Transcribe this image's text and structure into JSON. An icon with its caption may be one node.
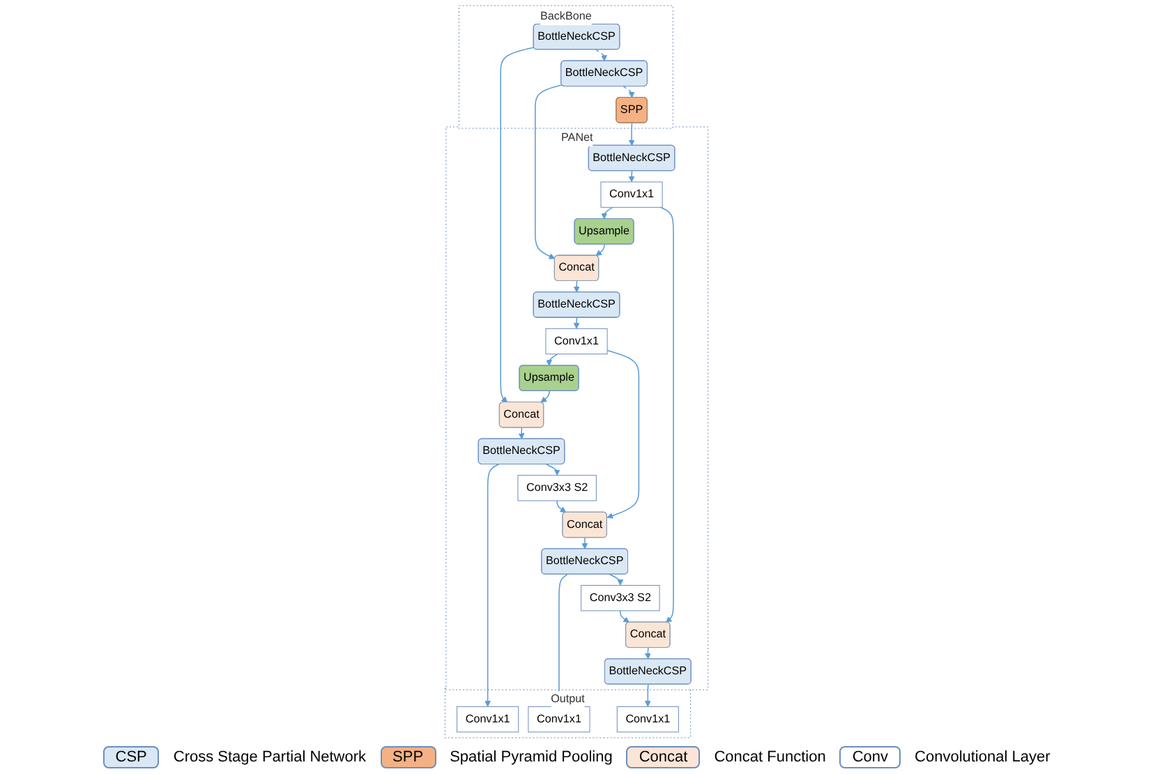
{
  "diagram": {
    "nodes": [
      {
        "text": [
          "BackBone"
        ]
      },
      {
        "text": [
          "BottleNeckCSP"
        ],
        "in": 0
      },
      {
        "text": [
          "BottleNeckCSP"
        ],
        "in": 0
      },
      {
        "text": [
          "SPP"
        ],
        "in": 0
      },
      {
        "text": [
          "PANet"
        ]
      },
      {
        "text": [
          "Concat"
        ],
        "in": 4
      },
      {
        "text": [
          "Upsample"
        ],
        "in": 4
      },
      {
        "text": [
          "Conv1x1"
        ],
        "in": 4
      },
      {
        "text": [
          "BottleNeckCSP"
        ],
        "in": 4
      },
      {
        "text": [
          "Concat"
        ],
        "in": 4
      },
      {
        "text": [
          "Upsample"
        ],
        "in": 4
      },
      {
        "text": [
          "Conv1x1"
        ],
        "in": 4
      },
      {
        "text": [
          "BottleNeckCSP"
        ],
        "in": 4
      },
      {
        "text": [
          "BottleNeckCSP"
        ],
        "in": 4
      },
      {
        "text": [
          "Conv3x3 S2"
        ],
        "in": 4
      },
      {
        "text": [
          "Concat"
        ],
        "in": 4
      },
      {
        "text": [
          "BottleNeckCSP"
        ],
        "in": 4
      },
      {
        "text": [
          "Conv3x3 S2"
        ],
        "in": 4
      },
      {
        "text": [
          "Concat"
        ],
        "in": 4
      },
      {
        "text": [
          "BottleNeckCSP"
        ],
        "in": 4
      },
      {
        "text": [
          "Output"
        ]
      },
      {
        "text": [
          "Conv1x1"
        ],
        "in": 20
      },
      {
        "text": [
          "Conv1x1"
        ],
        "in": 20
      },
      {
        "text": [
          "Conv1x1"
        ],
        "in": 20
      }
    ],
    "edges": [
      {
        "from": 1,
        "to": 2,
        "arrow": "to",
        "style": "dashed"
      },
      {
        "from": 2,
        "to": 3,
        "arrow": "to",
        "style": "dashed"
      },
      {
        "from": 1,
        "to": 5,
        "arrow": "to"
      },
      {
        "from": 2,
        "to": 9,
        "arrow": "to"
      },
      {
        "from": 3,
        "to": 12,
        "arrow": "to"
      },
      {
        "from": 12,
        "to": 11,
        "arrow": "to"
      },
      {
        "from": 11,
        "to": 10,
        "arrow": "to"
      },
      {
        "from": 10,
        "to": 9,
        "arrow": "to"
      },
      {
        "from": 9,
        "to": 8,
        "arrow": "to"
      },
      {
        "from": 8,
        "to": 7,
        "arrow": "to"
      },
      {
        "from": 7,
        "to": 6,
        "arrow": "to"
      },
      {
        "from": 6,
        "to": 5,
        "arrow": "to"
      },
      {
        "from": 5,
        "to": 13,
        "arrow": "to"
      },
      {
        "from": 13,
        "to": 14,
        "arrow": "to"
      },
      {
        "from": 14,
        "to": 15,
        "arrow": "to"
      },
      {
        "from": 7,
        "to": 15,
        "arrow": "to"
      },
      {
        "from": 15,
        "to": 16,
        "arrow": "to"
      },
      {
        "from": 16,
        "to": 17,
        "arrow": "to"
      },
      {
        "from": 17,
        "to": 18,
        "arrow": "to"
      },
      {
        "from": 11,
        "to": 18,
        "arrow": "to"
      },
      {
        "from": 18,
        "to": 19,
        "arrow": "to"
      },
      {
        "from": 13,
        "to": 21,
        "arrow": "to"
      },
      {
        "from": 16,
        "to": 22,
        "arrow": "to"
      },
      {
        "from": 19,
        "to": 23,
        "arrow": "to"
      }
    ],
    "labels": [
      "CSP",
      "SPP",
      "Concat",
      "Conv"
    ],
    "legend": [
      {
        "text": "Cross Stage Partial Network",
        "color": "#dae8f5"
      },
      {
        "text": "Spatial Pyramid Pooling",
        "color": "#f4b183"
      },
      {
        "text": "Concat Function",
        "color": "#fbe5d6"
      },
      {
        "text": "Convolutional Layer",
        "color": "#ffffff"
      }
    ]
  }
}
